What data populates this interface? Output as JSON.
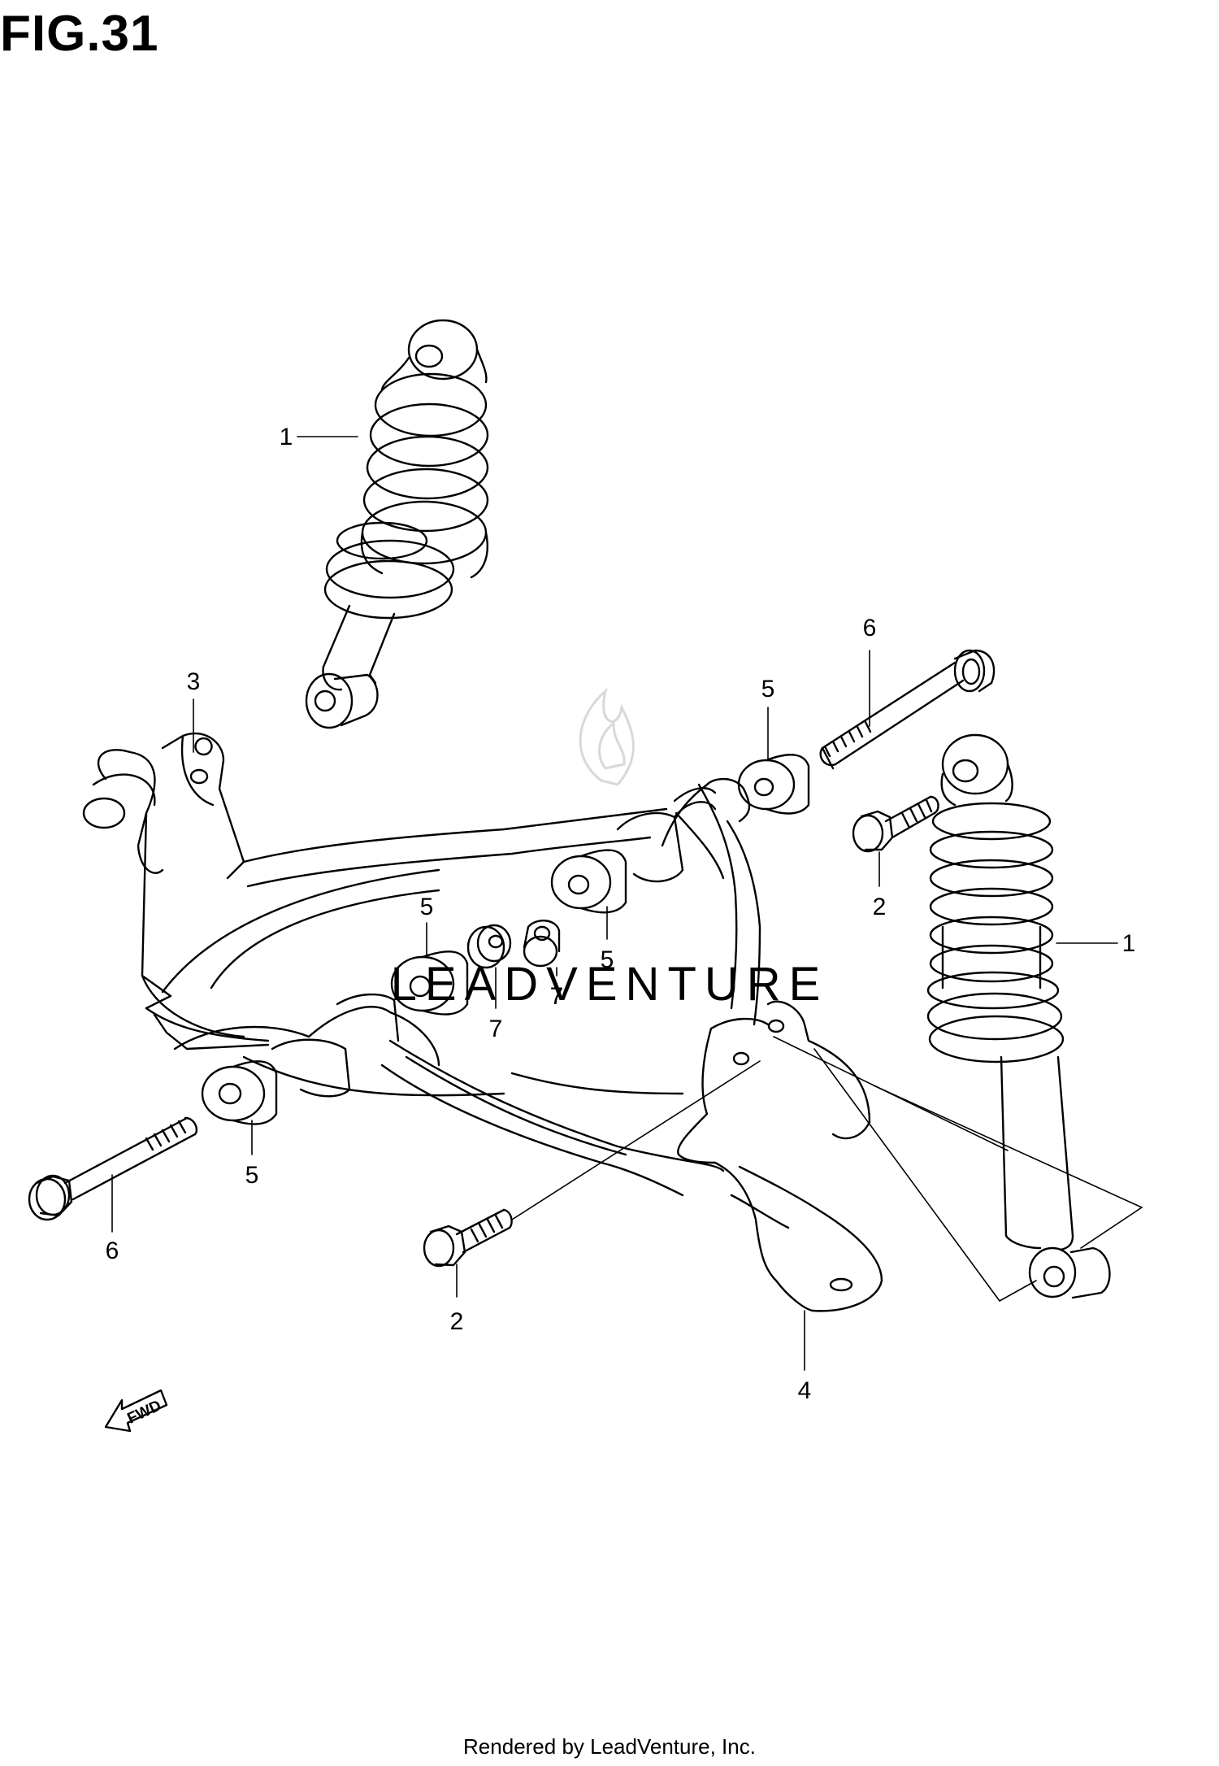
{
  "figure": {
    "title": "FIG.31"
  },
  "callouts": {
    "shock_absorber_top": "1",
    "shock_absorber_right": "1",
    "bolt_right": "2",
    "bolt_bottom": "2",
    "arm_3": "3",
    "arm_4": "4",
    "bushing_a": "5",
    "bushing_b": "5",
    "bushing_c": "5",
    "bushing_d": "5",
    "bolt_long_right": "6",
    "bolt_long_left": "6",
    "washer_a": "7",
    "washer_b": "7"
  },
  "direction_marker": {
    "label": "FWD",
    "icon": "forward-arrow-icon"
  },
  "watermark": {
    "text": "LEADVENTURE",
    "icon": "leadventure-flame-icon"
  },
  "footer": {
    "text": "Rendered by LeadVenture, Inc."
  }
}
